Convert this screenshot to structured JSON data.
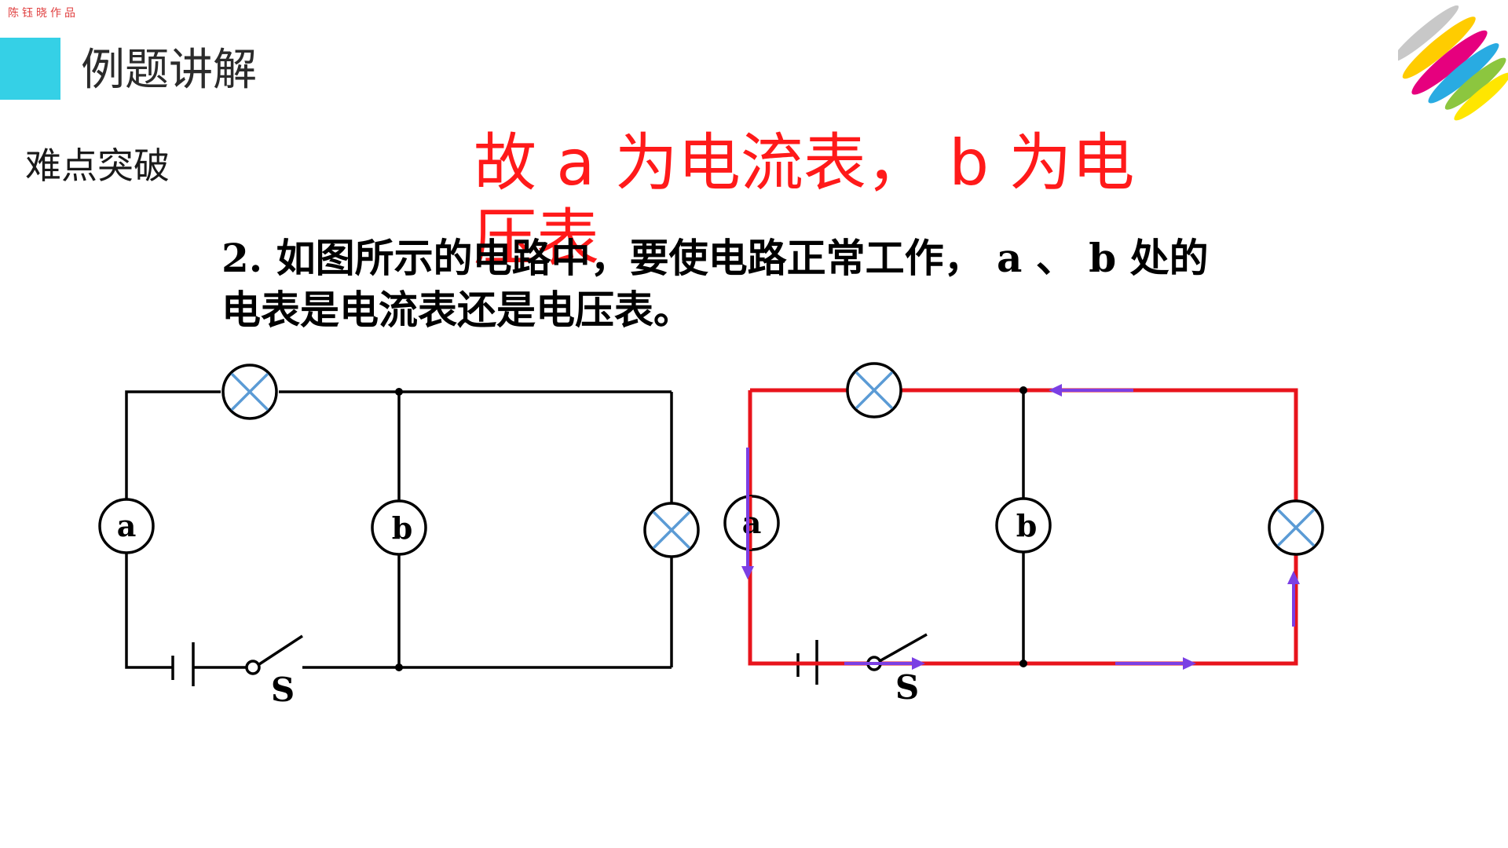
{
  "watermark": "陈钰晓作品",
  "header": {
    "title": "例题讲解",
    "accent_color": "#35d0e6"
  },
  "section_label": "难点突破",
  "answer": {
    "text": "故 a 为电流表， b 为电压表",
    "color": "#ff1a1a"
  },
  "question": {
    "line1": "2. 如图所示的电路中，要使电路正常工作， a 、 b 处的",
    "line2": "电表是电流表还是电压表。"
  },
  "circuit_left": {
    "meter_a": "a",
    "meter_b": "b",
    "switch": "S"
  },
  "circuit_right": {
    "meter_a": "a",
    "meter_b": "b",
    "switch": "S",
    "current_path_color": "#e8141c",
    "arrow_color": "#7b3fe4"
  },
  "icons": {
    "lamp": "lamp-icon",
    "logo": "rainbow-brush-logo-icon"
  }
}
